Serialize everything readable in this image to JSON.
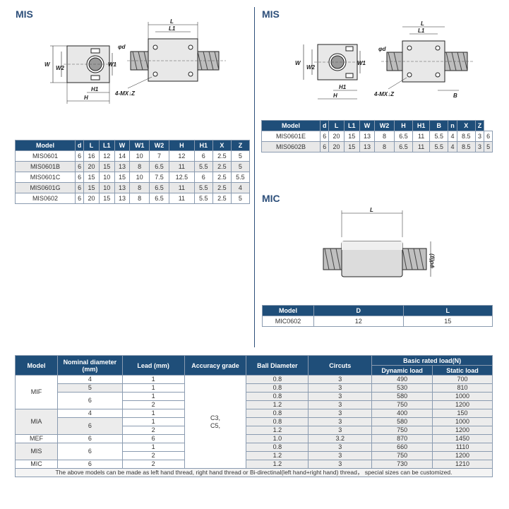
{
  "mis_left": {
    "title": "MIS",
    "labels": {
      "L": "L",
      "L1": "L1",
      "W": "W",
      "W1": "W1",
      "W2": "W2",
      "H": "H",
      "H1": "H1",
      "d": "φd",
      "mx": "4-MX↓Z"
    },
    "columns": [
      "Model",
      "d",
      "L",
      "L1",
      "W",
      "W1",
      "W2",
      "H",
      "H1",
      "X",
      "Z"
    ],
    "rows": [
      [
        "MIS0601",
        "6",
        "16",
        "12",
        "14",
        "10",
        "7",
        "12",
        "6",
        "2.5",
        "5"
      ],
      [
        "MIS0601B",
        "6",
        "20",
        "15",
        "13",
        "8",
        "6.5",
        "11",
        "5.5",
        "2.5",
        "5"
      ],
      [
        "MIS0601C",
        "6",
        "15",
        "10",
        "15",
        "10",
        "7.5",
        "12.5",
        "6",
        "2.5",
        "5.5"
      ],
      [
        "MIS0601G",
        "6",
        "15",
        "10",
        "13",
        "8",
        "6.5",
        "11",
        "5.5",
        "2.5",
        "4"
      ],
      [
        "MIS0602",
        "6",
        "20",
        "15",
        "13",
        "8",
        "6.5",
        "11",
        "5.5",
        "2.5",
        "5"
      ]
    ]
  },
  "mis_right": {
    "title": "MIS",
    "labels": {
      "L": "L",
      "L1": "L1",
      "W": "W",
      "W1": "W1",
      "W2": "W2",
      "H": "H",
      "H1": "H1",
      "d": "φd",
      "mx": "4-MX↓Z",
      "B": "B"
    },
    "columns": [
      "Model",
      "d",
      "L",
      "L1",
      "W",
      "W2",
      "H",
      "H1",
      "B",
      "n",
      "X",
      "Z"
    ],
    "rows": [
      [
        "MIS0601E",
        "6",
        "20",
        "15",
        "13",
        "8",
        "6.5",
        "11",
        "5.5",
        "4",
        "8.5",
        "3",
        "6"
      ],
      [
        "MIS0602B",
        "6",
        "20",
        "15",
        "13",
        "8",
        "6.5",
        "11",
        "5.5",
        "4",
        "8.5",
        "3",
        "5"
      ]
    ]
  },
  "mic": {
    "title": "MIC",
    "labels": {
      "L": "L",
      "d": "φd(g)"
    },
    "columns": [
      "Model",
      "D",
      "L"
    ],
    "rows": [
      [
        "MIC0602",
        "12",
        "15"
      ]
    ]
  },
  "spec_table": {
    "headers": {
      "model": "Model",
      "nominal": "Nominal diameter (mm)",
      "lead": "Lead (mm)",
      "accuracy": "Accuracy grade",
      "ball": "Ball Diameter",
      "circuits": "Circuts",
      "load": "Basic rated load(N)",
      "dynamic": "Dynamic load",
      "static": "Static load"
    },
    "accuracy_value": "C3,\nC5,",
    "groups": [
      {
        "model": "MIF",
        "nominal": [
          {
            "v": "4",
            "span": 1
          },
          {
            "v": "5",
            "span": 1
          },
          {
            "v": "6",
            "span": 2
          }
        ],
        "rows": [
          [
            "1",
            "0.8",
            "3",
            "490",
            "700"
          ],
          [
            "1",
            "0.8",
            "3",
            "530",
            "810"
          ],
          [
            "1",
            "0.8",
            "3",
            "580",
            "1000"
          ],
          [
            "2",
            "1.2",
            "3",
            "750",
            "1200"
          ]
        ]
      },
      {
        "model": "MIA",
        "nominal": [
          {
            "v": "4",
            "span": 1
          },
          {
            "v": "6",
            "span": 2
          }
        ],
        "rows": [
          [
            "1",
            "0.8",
            "3",
            "400",
            "150"
          ],
          [
            "1",
            "0.8",
            "3",
            "580",
            "1000"
          ],
          [
            "2",
            "1.2",
            "3",
            "750",
            "1200"
          ]
        ]
      },
      {
        "model": "MEF",
        "nominal": [
          {
            "v": "6",
            "span": 1
          }
        ],
        "rows": [
          [
            "6",
            "1.0",
            "3.2",
            "870",
            "1450"
          ]
        ]
      },
      {
        "model": "MIS",
        "nominal": [
          {
            "v": "6",
            "span": 2
          }
        ],
        "rows": [
          [
            "1",
            "0.8",
            "3",
            "660",
            "1110"
          ],
          [
            "2",
            "1.2",
            "3",
            "750",
            "1200"
          ]
        ]
      },
      {
        "model": "MIC",
        "nominal": [
          {
            "v": "6",
            "span": 1
          }
        ],
        "rows": [
          [
            "2",
            "1.2",
            "3",
            "730",
            "1210"
          ]
        ]
      }
    ],
    "note": "The above models can be made as left hand thread, right hand thread or Bi-directinal(left hand+right hand) thread， special sizes can be customized."
  }
}
